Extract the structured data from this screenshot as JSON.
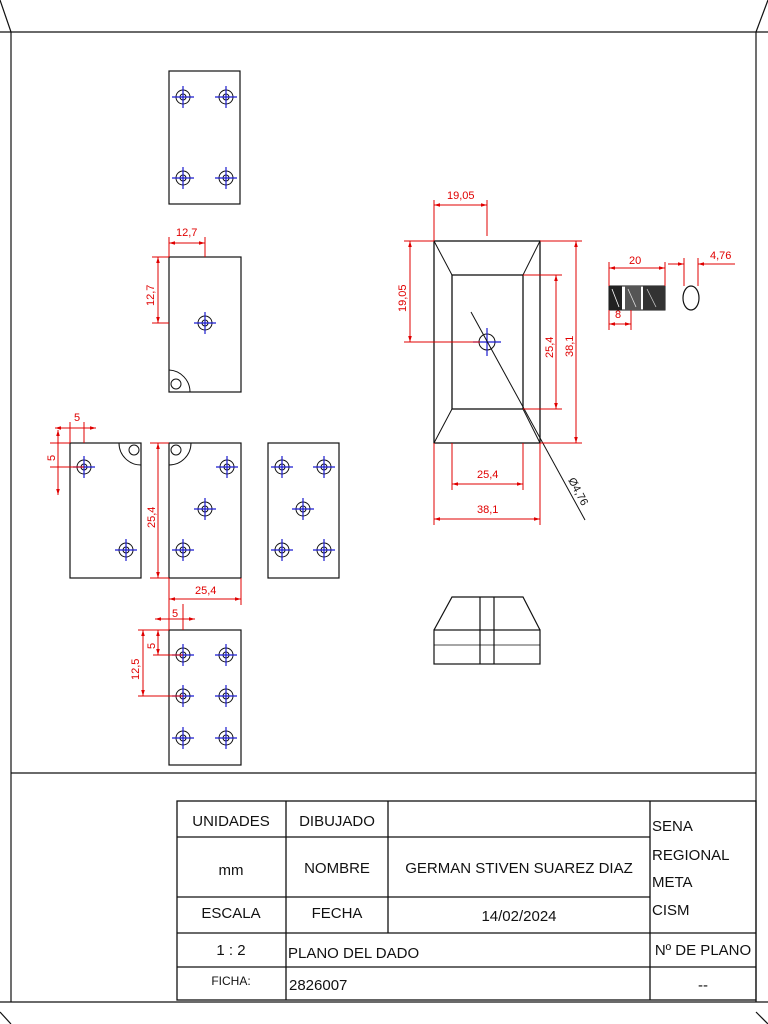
{
  "drawing": {
    "dims": {
      "d1905_top": "19,05",
      "d1905_side": "19,05",
      "d254_vert": "25,4",
      "d381_vert": "38,1",
      "d254_bottom": "25,4",
      "d381_bottom": "38,1",
      "diameter": "Ø4,76",
      "d20": "20",
      "d8": "8",
      "d476": "4,76",
      "f2_h": "12,7",
      "f2_v": "12,7",
      "f3_h": "5",
      "f3_v": "5",
      "f4_v": "25,4",
      "f4_h": "25,4",
      "f6_h": "5",
      "f6_v1": "5",
      "f6_v2": "12,5"
    }
  },
  "title_block": {
    "unidades_label": "UNIDADES",
    "dibujado_label": "DIBUJADO",
    "dibujado_value": "",
    "units_value": "mm",
    "nombre_label": "NOMBRE",
    "nombre_value": "GERMAN STIVEN SUAREZ DIAZ",
    "escala_label": "ESCALA",
    "fecha_label": "FECHA",
    "fecha_value": "14/02/2024",
    "scale_value": "1 : 2",
    "plano_name": "PLANO DEL DADO",
    "plano_no_label": "Nº DE PLANO",
    "plano_no_value": "--",
    "ficha_label": "FICHA:",
    "ficha_value": "2826007",
    "org_line1": "SENA",
    "org_line2": "REGIONAL",
    "org_line3": "META",
    "org_line4": "CISM"
  }
}
